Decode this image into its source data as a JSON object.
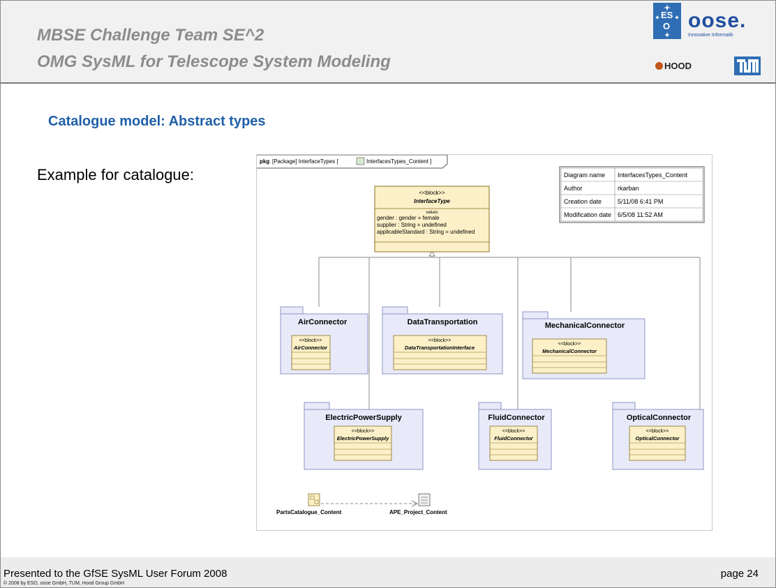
{
  "header": {
    "title_line1": "MBSE Challenge Team SE^2",
    "title_line2": "OMG SysML for Telescope System Modeling",
    "logos": {
      "eso_text": "ES O",
      "oose_text": "oose.",
      "oose_sub": "Innovative Informatik",
      "hood_text": "HOOD",
      "tum_text": "TUM"
    }
  },
  "section_title": "Catalogue model: Abstract types",
  "example_label": "Example for catalogue:",
  "diagram": {
    "frame_label": {
      "kind": "pkg",
      "text": "[Package] InterfaceTypes [",
      "diagram_ref": "InterfacesTypes_Content ]"
    },
    "info_table": [
      [
        "Diagram name",
        "InterfacesTypes_Content"
      ],
      [
        "Author",
        "rkarban"
      ],
      [
        "Creation date",
        "5/11/08 6:41 PM"
      ],
      [
        "Modification date",
        "6/5/08 11:52 AM"
      ]
    ],
    "main_block": {
      "stereotype": "<<block>>",
      "name": "InterfaceType",
      "compartment_header": "values",
      "attributes": [
        "gender : gender = female",
        "supplier : String = undefined",
        "applicableStandard : String = undefined"
      ]
    },
    "packages": [
      {
        "name": "AirConnector",
        "stereotype": "<<block>>",
        "block": "AirConnector"
      },
      {
        "name": "DataTransportation",
        "stereotype": "<<block>>",
        "block": "DataTransportationInterface"
      },
      {
        "name": "MechanicalConnector",
        "stereotype": "<<block>>",
        "block": "MechanicalConnector"
      },
      {
        "name": "ElectricPowerSupply",
        "stereotype": "<<block>>",
        "block": "ElectricPowerSupply"
      },
      {
        "name": "FluidConnector",
        "stereotype": "<<block>>",
        "block": "FluidConnector"
      },
      {
        "name": "OpticalConnector",
        "stereotype": "<<block>>",
        "block": "OpticalConnector"
      }
    ],
    "references": {
      "source": "PartsCatalogue_Content",
      "target": "APE_Project_Content"
    },
    "colors": {
      "block_fill": "#fbf0c8",
      "block_border": "#8a7020",
      "package_fill": "#e8eafa",
      "package_border": "#8e94c4"
    }
  },
  "footer": {
    "presented": "Presented to the GfSE SysML User Forum 2008",
    "copyright": "© 2008 by ESO, oose GmbH, TUM, Hood Group GmbH",
    "page": "page 24"
  }
}
